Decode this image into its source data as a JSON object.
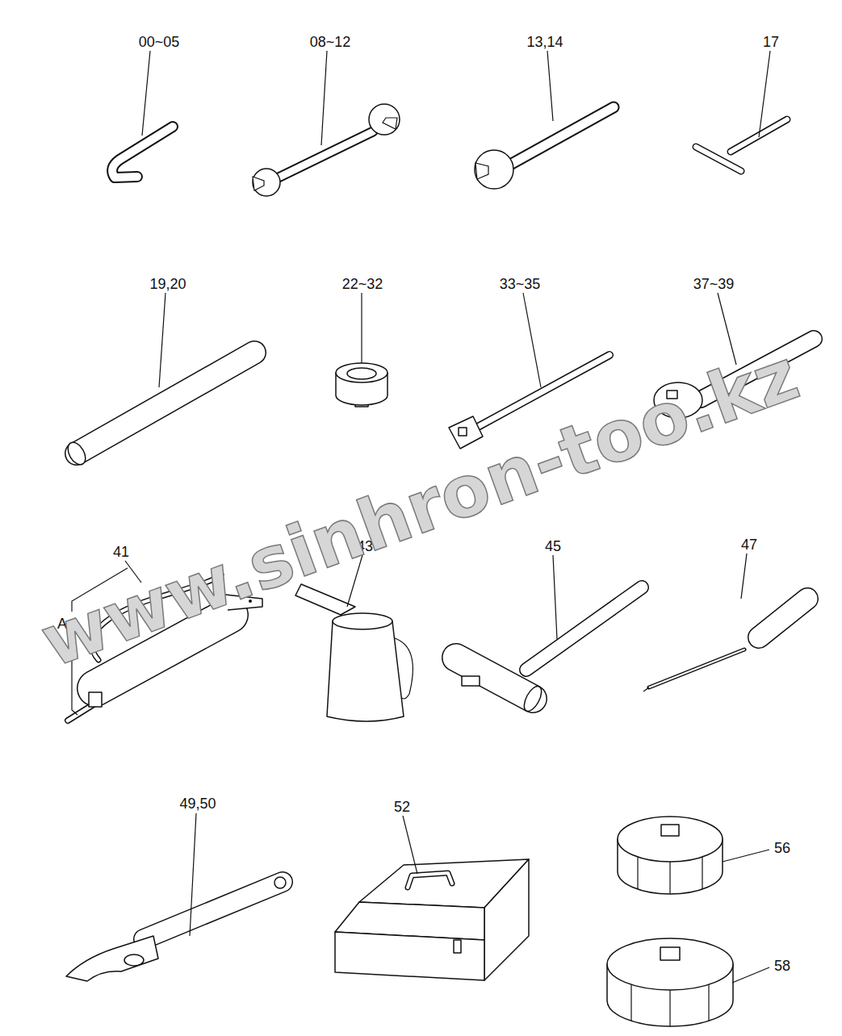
{
  "diagram": {
    "labels": [
      "00~05",
      "08~12",
      "13,14",
      "17",
      "19,20",
      "22~32",
      "33~35",
      "37~39",
      "41",
      "A",
      "43",
      "45",
      "47",
      "49,50",
      "52",
      "56",
      "58",
      "www.sinhron-too.kz"
    ]
  }
}
